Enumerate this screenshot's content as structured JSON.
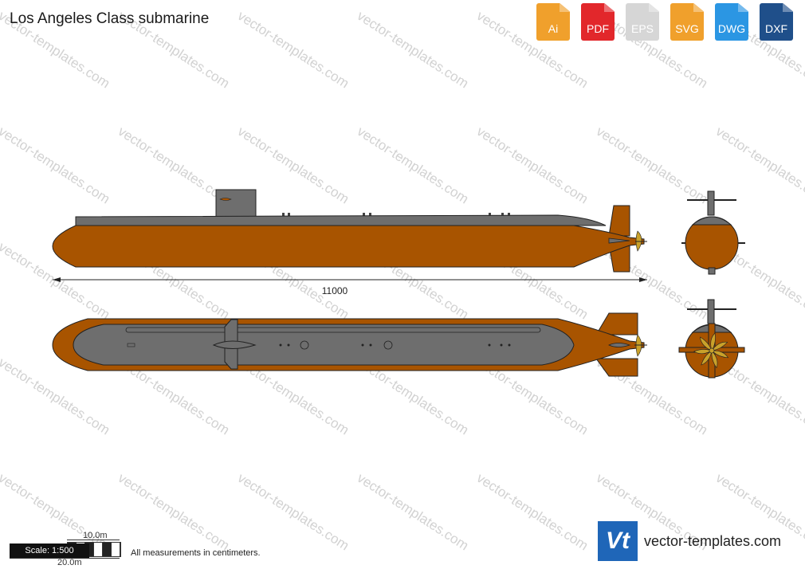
{
  "header": {
    "title": "Los Angeles Class submarine"
  },
  "watermark": {
    "text": "vector-templates.com"
  },
  "formats": [
    {
      "label": "Ai",
      "color": "#f0a02c"
    },
    {
      "label": "PDF",
      "color": "#e2272b"
    },
    {
      "label": "EPS",
      "color": "#d6d6d6"
    },
    {
      "label": "SVG",
      "color": "#f0a02c"
    },
    {
      "label": "DWG",
      "color": "#2b96e3"
    },
    {
      "label": "DXF",
      "color": "#1f4f8a"
    }
  ],
  "dimension": {
    "length_label": "11000"
  },
  "colors": {
    "hull": "#a85400",
    "deck": "#6e6e6e",
    "outline": "#222222",
    "prop": "#c9a12a"
  },
  "footer": {
    "scale_label": "Scale: 1:500",
    "scale_top": "10.0m",
    "scale_bottom": "20.0m",
    "note": "All measurements in centimeters.",
    "logo_text": "Vt",
    "site": "vector-templates.com"
  }
}
